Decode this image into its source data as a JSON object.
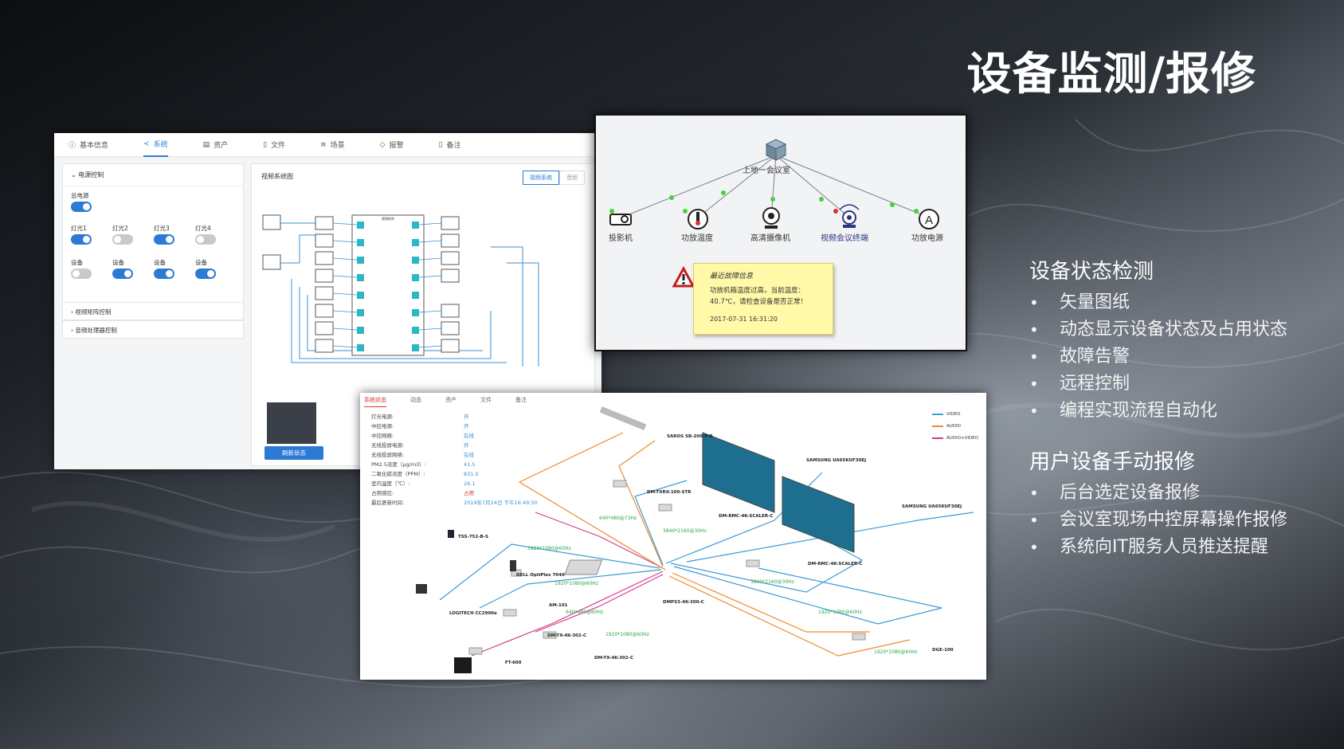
{
  "slide": {
    "title": "设备监测/报修"
  },
  "features": {
    "section1": {
      "heading": "设备状态检测",
      "items": [
        "矢量图纸",
        "动态显示设备状态及占用状态",
        "故障告警",
        "远程控制",
        "编程实现流程自动化"
      ]
    },
    "section2": {
      "heading": "用户设备手动报修",
      "items": [
        "后台选定设备报修",
        "会议室现场中控屏幕操作报修",
        "系统向IT服务人员推送提醒"
      ]
    }
  },
  "control_ui": {
    "tabs": [
      {
        "label": "基本信息",
        "icon": "info-icon"
      },
      {
        "label": "系统",
        "icon": "share-icon"
      },
      {
        "label": "资产",
        "icon": "asset-icon"
      },
      {
        "label": "文件",
        "icon": "file-icon"
      },
      {
        "label": "场景",
        "icon": "list-icon"
      },
      {
        "label": "报警",
        "icon": "bell-icon"
      },
      {
        "label": "备注",
        "icon": "note-icon"
      }
    ],
    "power_panel": {
      "title": "电源控制",
      "master_label": "总电源",
      "lights": [
        "灯光1",
        "灯光2",
        "灯光3",
        "灯光4"
      ],
      "devices": [
        "设备",
        "设备",
        "设备",
        "设备"
      ]
    },
    "collapsed_panels": [
      "视频矩阵控制",
      "音频处理器控制"
    ],
    "diagram_title": "视频系统图",
    "view_tabs": [
      "视频系统",
      "音频"
    ],
    "matrix_label": "视频矩阵",
    "refresh_label": "刷新状态"
  },
  "topology": {
    "center_label": "上地一会议室",
    "nodes": [
      "投影机",
      "功放温度",
      "高清摄像机",
      "视频会议终端",
      "功放电源"
    ],
    "alert": {
      "title": "最近故障信息",
      "text": "功放机箱温度过高，当前温度：40.7℃，请检查设备是否正常！",
      "time": "2017-07-31 16:31:20"
    },
    "colors": {
      "link": "#7a7f86",
      "ok": "#44d13c",
      "fault": "#e03030"
    }
  },
  "av_ui": {
    "tabs": [
      "系统状态",
      "动态",
      "资产",
      "文件",
      "备注"
    ],
    "status_rows": [
      {
        "k": "灯光电源:",
        "v": "开"
      },
      {
        "k": "中控电源:",
        "v": "开"
      },
      {
        "k": "中控网络:",
        "v": "在线"
      },
      {
        "k": "无线投屏电源:",
        "v": "开"
      },
      {
        "k": "无线投屏网络:",
        "v": "在线"
      },
      {
        "k": "PM2.5浓度（μg/m3）:",
        "v": "41.5"
      },
      {
        "k": "二氧化碳浓度（PPM）:",
        "v": "831.0"
      },
      {
        "k": "室内温度（℃）:",
        "v": "26.1"
      },
      {
        "k": "占用感应:",
        "v": "占用"
      },
      {
        "k": "最后更新时间:",
        "v": "2019年7月24日 下午16:49:30"
      }
    ],
    "legend": [
      {
        "label": "VIDEO",
        "color": "#3a9bd8"
      },
      {
        "label": "AUDIO",
        "color": "#f08a2a"
      },
      {
        "label": "AUDIO+VIDEO",
        "color": "#d33b8c"
      }
    ],
    "devices": {
      "saros": "SAROS SB-200-P-B",
      "tv1": "SAMSUNG UA65KUF30EJ",
      "tv2": "SAMSUNG UA65KUF30EJ",
      "txrx": "DM-TXRX-100-STR",
      "scaler1": "DM-RMC-4K-SCALER-C",
      "scaler2": "DM-RMC-4K-SCALER-C",
      "tss": "TSS-752-B-S",
      "dell": "DELL OptiPlex 7040",
      "am": "AM-101",
      "logitech": "LOGITECH CC2900e",
      "dmps": "DMPS3-4K-300-C",
      "tx1": "DM-TX-4K-302-C",
      "tx2": "DM-TX-4K-302-C",
      "ft": "FT-600",
      "dge": "DGE-100"
    },
    "links": {
      "l1": "640*480@73Hz",
      "l2": "3840*2160@30Hz",
      "l3": "1920*1080@60Hz",
      "l4": "1920*1080@60Hz",
      "l5": "3840*2160@30Hz",
      "l6": "640*480@60Hz",
      "l7": "1920*1080@60Hz",
      "l8": "1920*1080@60Hz",
      "l9": "1920*1080@60Hz"
    }
  }
}
